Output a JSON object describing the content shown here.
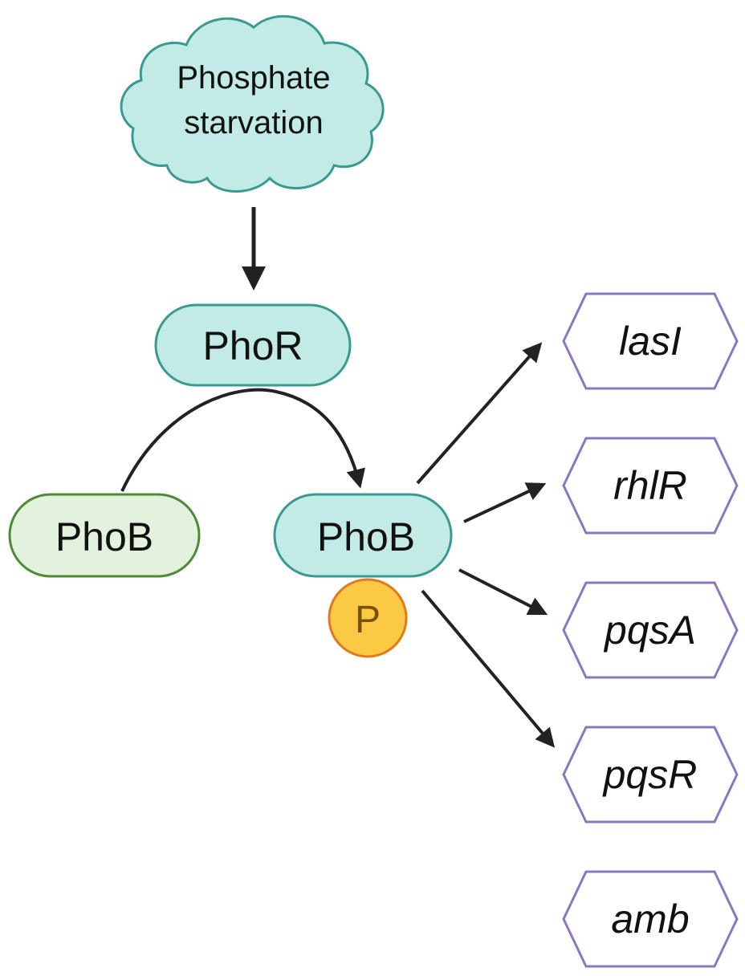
{
  "stimulus": {
    "line1": "Phosphate",
    "line2": "starvation"
  },
  "kinase": {
    "label": "PhoR"
  },
  "regulator": {
    "label": "PhoB"
  },
  "regulator_phosphorylated": {
    "label": "PhoB",
    "phospho_label": "P"
  },
  "targets": [
    {
      "label": "lasI"
    },
    {
      "label": "rhlR"
    },
    {
      "label": "pqsA"
    },
    {
      "label": "pqsR"
    },
    {
      "label": "amb"
    }
  ],
  "colors": {
    "teal_fill": "#c3ebe6",
    "teal_stroke": "#3a9a92",
    "green_fill": "#e2f2dc",
    "green_stroke": "#4f8a3a",
    "gene_stroke": "#8a78be",
    "phospho_fill": "#fbc944",
    "phospho_stroke": "#e07a1a",
    "arrow": "#222222"
  }
}
